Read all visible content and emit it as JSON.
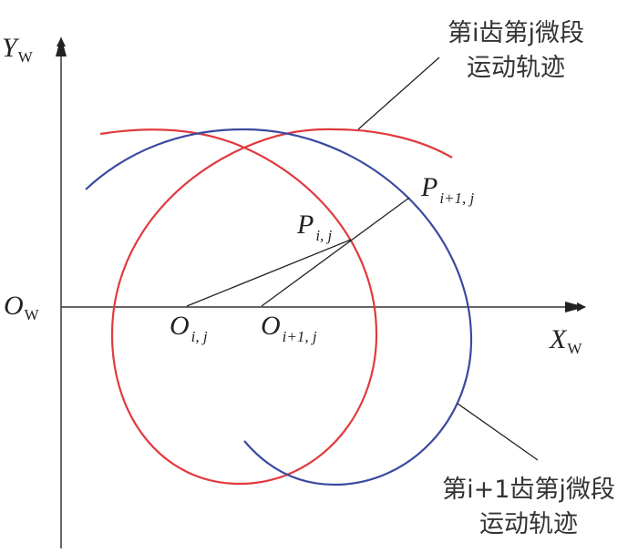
{
  "axes": {
    "y_label": "Y",
    "y_sub": "W",
    "x_label": "X",
    "x_sub": "W",
    "origin_label": "O",
    "origin_sub": "W"
  },
  "points": {
    "O_ij": {
      "main": "O",
      "sub": "i, j"
    },
    "O_i1j": {
      "main": "O",
      "sub": "i+1, j"
    },
    "P_ij": {
      "main": "P",
      "sub": "i, j"
    },
    "P_i1j": {
      "main": "P",
      "sub": "i+1, j"
    }
  },
  "annotations": {
    "tooth_i": {
      "line1": "第i齿第j微段",
      "line2": "运动轨迹"
    },
    "tooth_i1": {
      "line1": "第i+1齿第j微段",
      "line2": "运动轨迹"
    }
  },
  "colors": {
    "tooth_i": "#e03a3e",
    "tooth_i1": "#3b4aa0",
    "axis": "#333333"
  }
}
